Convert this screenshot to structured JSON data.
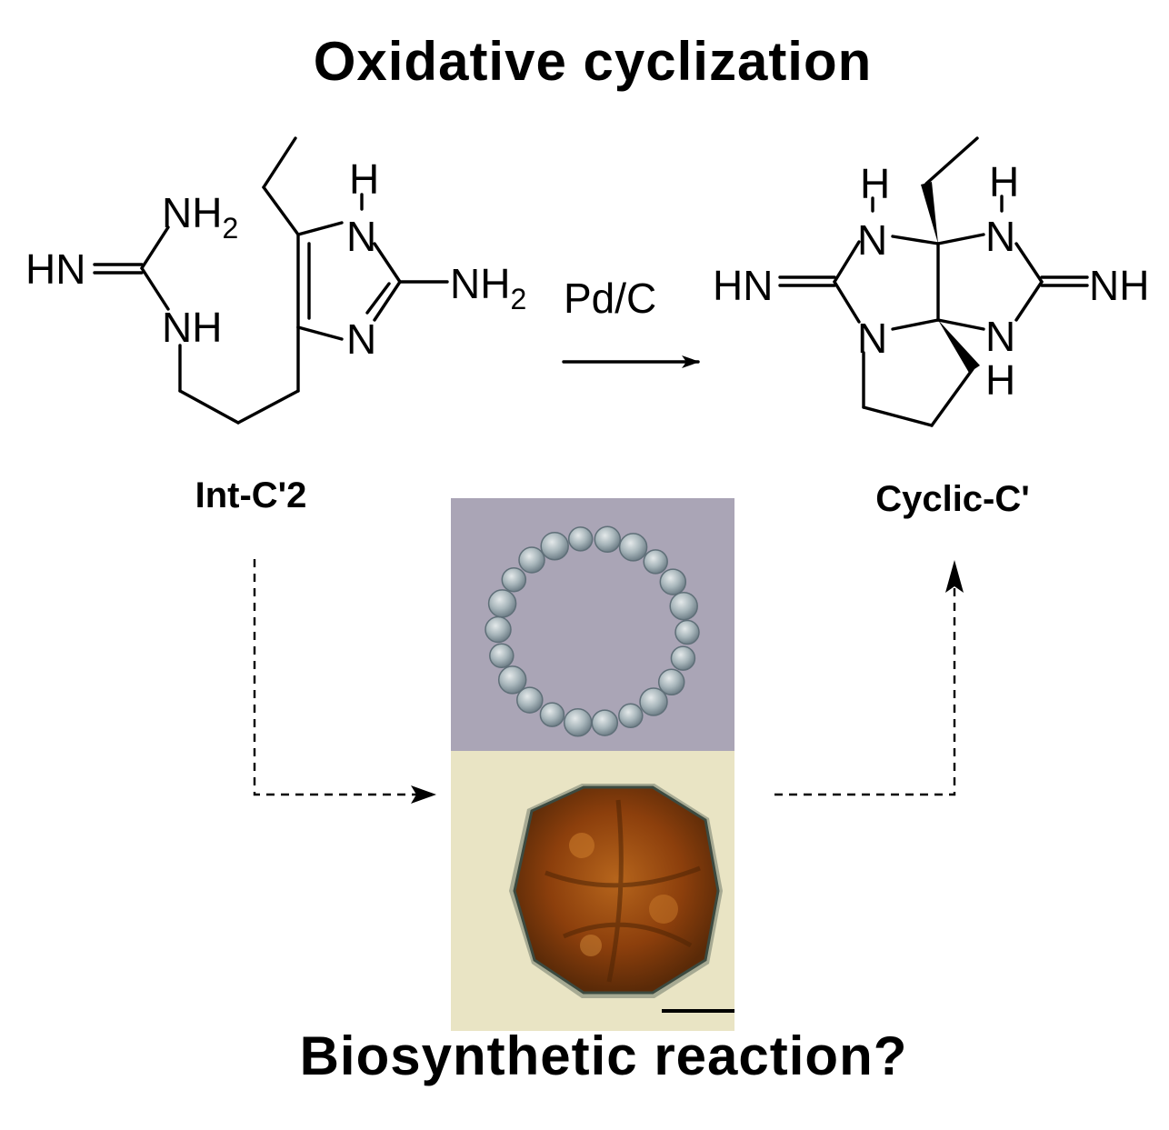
{
  "title": "Oxidative cyclization",
  "bottom_title": "Biosynthetic reaction?",
  "reagent": "Pd/C",
  "left_compound": {
    "name": "Int-C'2",
    "labels": {
      "nh2_top": "NH",
      "nh2_top_sub": "2",
      "hn": "HN",
      "nh": "NH",
      "h": "H",
      "n_top": "N",
      "n_bottom": "N",
      "nh2_right": "NH",
      "nh2_right_sub": "2"
    }
  },
  "right_compound": {
    "name": "Cyclic-C'",
    "labels": {
      "h_left": "H",
      "n_upper_left": "N",
      "hn": "HN",
      "n_lower_left": "N",
      "h_right_top": "H",
      "n_upper_right": "N",
      "nh": "NH",
      "n_lower_right": "N",
      "h_right_bottom": "H"
    }
  },
  "photos": [
    {
      "name": "ring-shaped cell chain micrograph",
      "background": "#a9a3b5"
    },
    {
      "name": "dinoflagellate cell micrograph",
      "background": "#e8e3c2"
    }
  ],
  "colors": {
    "ink": "#000000",
    "cell_brown": "#9a4a10"
  }
}
